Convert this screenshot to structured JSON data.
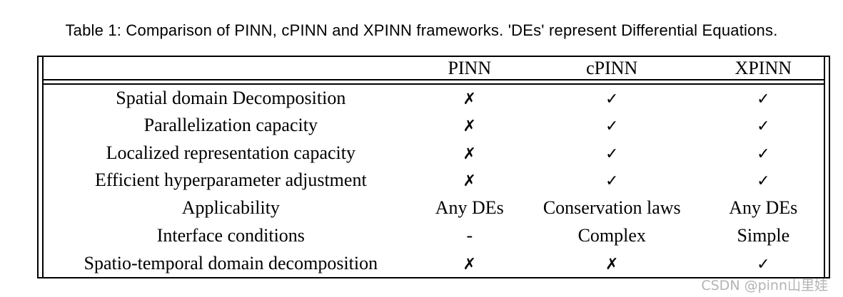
{
  "colors": {
    "text": "#000000",
    "border": "#000000",
    "watermark": "#b3b3b3",
    "background": "#ffffff"
  },
  "caption": "Table 1: Comparison of PINN, cPINN and XPINN frameworks. 'DEs' represent Differential Equations.",
  "watermark": "CSDN @pinn山里娃",
  "table": {
    "header": [
      "",
      "PINN",
      "cPINN",
      "XPINN"
    ],
    "rows": [
      [
        "Spatial domain Decomposition",
        "✗",
        "✓",
        "✓"
      ],
      [
        "Parallelization capacity",
        "✗",
        "✓",
        "✓"
      ],
      [
        "Localized representation capacity",
        "✗",
        "✓",
        "✓"
      ],
      [
        "Efficient hyperparameter adjustment",
        "✗",
        "✓",
        "✓"
      ],
      [
        "Applicability",
        "Any DEs",
        "Conservation laws",
        "Any DEs"
      ],
      [
        "Interface conditions",
        "-",
        "Complex",
        "Simple"
      ],
      [
        "Spatio-temporal domain decomposition",
        "✗",
        "✗",
        "✓"
      ]
    ]
  }
}
